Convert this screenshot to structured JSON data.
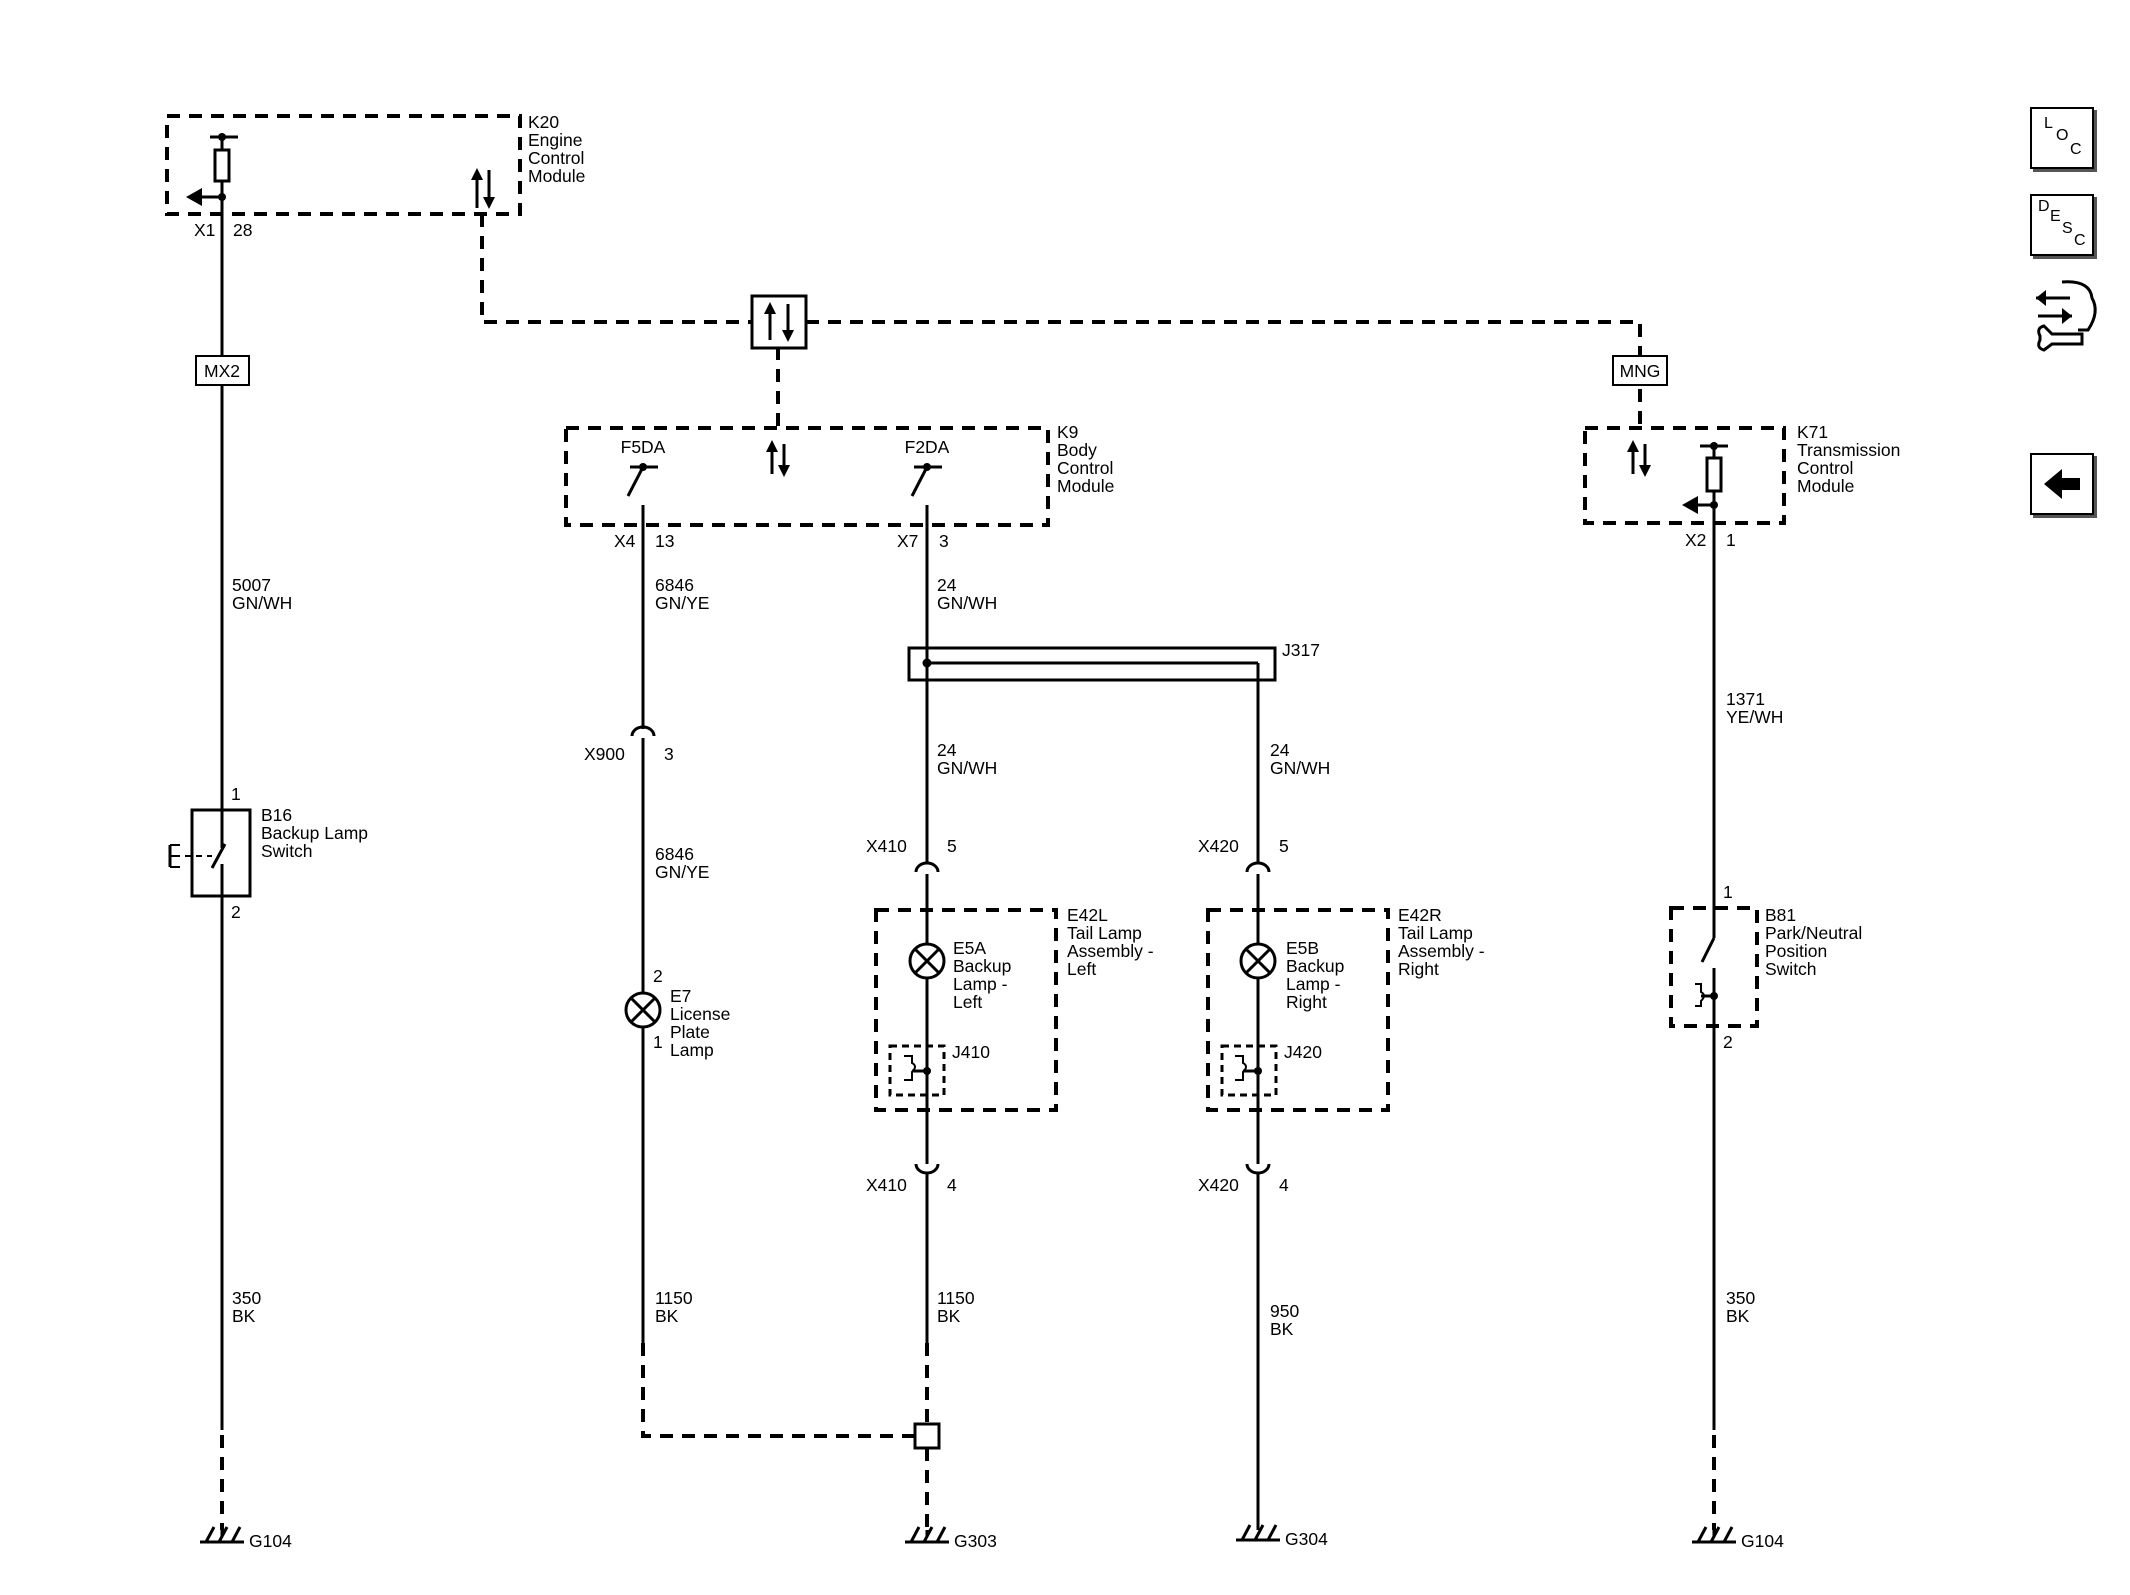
{
  "modules": {
    "k20": {
      "ref": "K20",
      "line1": "Engine",
      "line2": "Control",
      "line3": "Module",
      "connector": "X1",
      "pin": "28"
    },
    "k9": {
      "ref": "K9",
      "line1": "Body",
      "line2": "Control",
      "line3": "Module",
      "output_left": "F5DA",
      "output_right": "F2DA",
      "connector_left": "X4",
      "pin_left": "13",
      "connector_right": "X7",
      "pin_right": "3"
    },
    "k71": {
      "ref": "K71",
      "line1": "Transmission",
      "line2": "Control",
      "line3": "Module",
      "connector": "X2",
      "pin": "1"
    }
  },
  "serial_data_labels": {
    "left": "MX2",
    "right": "MNG"
  },
  "wires": {
    "w5007": {
      "circuit": "5007",
      "color": "GN/WH"
    },
    "w6846_upper": {
      "circuit": "6846",
      "color": "GN/YE"
    },
    "w6846_lower": {
      "circuit": "6846",
      "color": "GN/YE"
    },
    "w24_upper": {
      "circuit": "24",
      "color": "GN/WH"
    },
    "w24_left": {
      "circuit": "24",
      "color": "GN/WH"
    },
    "w24_right": {
      "circuit": "24",
      "color": "GN/WH"
    },
    "w1371": {
      "circuit": "1371",
      "color": "YE/WH"
    },
    "w350_left": {
      "circuit": "350",
      "color": "BK"
    },
    "w1150_e7": {
      "circuit": "1150",
      "color": "BK"
    },
    "w1150_e5a": {
      "circuit": "1150",
      "color": "BK"
    },
    "w950": {
      "circuit": "950",
      "color": "BK"
    },
    "w350_right": {
      "circuit": "350",
      "color": "BK"
    }
  },
  "splice": {
    "ref": "J317"
  },
  "connectors": {
    "x900": {
      "ref": "X900",
      "pin": "3"
    },
    "x410_top": {
      "ref": "X410",
      "pin": "5"
    },
    "x420_top": {
      "ref": "X420",
      "pin": "5"
    },
    "x410_bottom": {
      "ref": "X410",
      "pin": "4"
    },
    "x420_bottom": {
      "ref": "X420",
      "pin": "4"
    }
  },
  "components": {
    "b16": {
      "ref": "B16",
      "line1": "Backup Lamp",
      "line2": "Switch",
      "pin_top": "1",
      "pin_bottom": "2"
    },
    "e7": {
      "ref": "E7",
      "line1": "License",
      "line2": "Plate",
      "line3": "Lamp",
      "pin_top": "2",
      "pin_bottom": "1"
    },
    "e42l": {
      "ref": "E42L",
      "line1": "Tail Lamp",
      "line2": "Assembly -",
      "line3": "Left"
    },
    "e5a": {
      "ref": "E5A",
      "line1": "Backup",
      "line2": "Lamp -",
      "line3": "Left"
    },
    "j410": {
      "ref": "J410"
    },
    "e42r": {
      "ref": "E42R",
      "line1": "Tail Lamp",
      "line2": "Assembly -",
      "line3": "Right"
    },
    "e5b": {
      "ref": "E5B",
      "line1": "Backup",
      "line2": "Lamp -",
      "line3": "Right"
    },
    "j420": {
      "ref": "J420"
    },
    "b81": {
      "ref": "B81",
      "line1": "Park/Neutral",
      "line2": "Position",
      "line3": "Switch",
      "pin_top": "1",
      "pin_bottom": "2"
    }
  },
  "grounds": {
    "g104_left": "G104",
    "g303": "G303",
    "g304": "G304",
    "g104_right": "G104"
  },
  "side_icons": {
    "loc": {
      "l1": "L",
      "l2": "O",
      "l3": "C"
    },
    "desc": {
      "l1": "D",
      "l2": "E",
      "l3": "S",
      "l4": "C"
    }
  }
}
